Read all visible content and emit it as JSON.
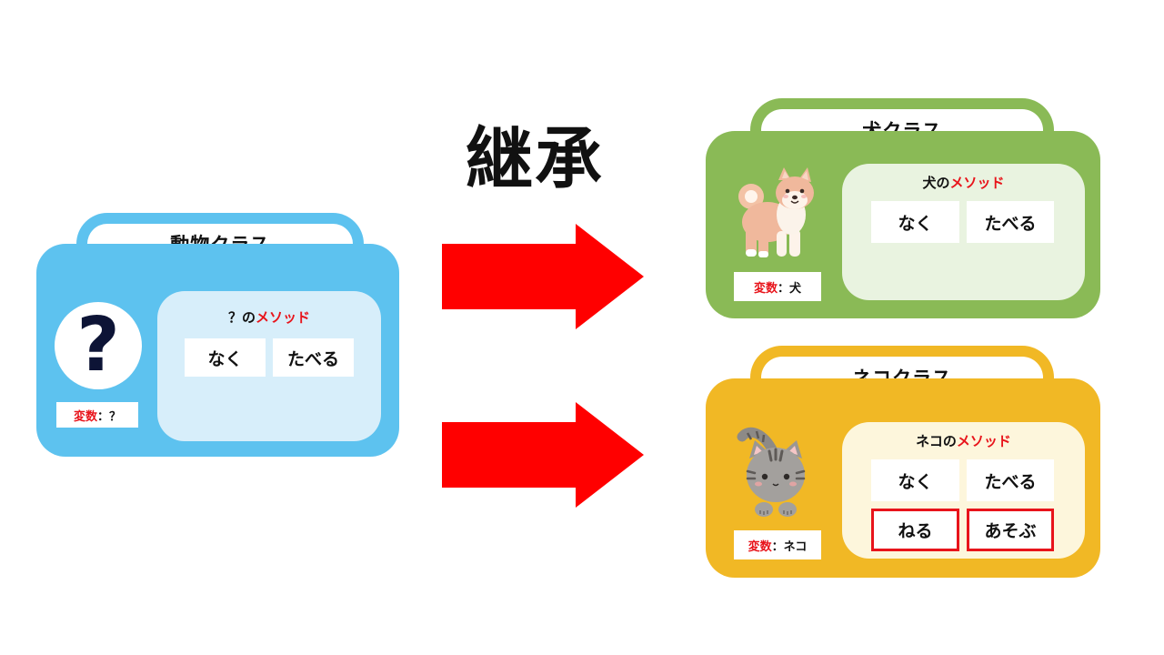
{
  "heading": "継承",
  "animal": {
    "class_title": "動物クラス",
    "method_prefix": "？の",
    "method_word": "メソッド",
    "methods": [
      "なく",
      "たべる"
    ],
    "var_label": "変数",
    "var_value": "：？",
    "icon_glyph": "?"
  },
  "dog": {
    "class_title": "犬クラス",
    "method_prefix": "犬の",
    "method_word": "メソッド",
    "methods": [
      "なく",
      "たべる"
    ],
    "var_label": "変数",
    "var_value": "：犬"
  },
  "cat": {
    "class_title": "ネコクラス",
    "method_prefix": "ネコの",
    "method_word": "メソッド",
    "methods": [
      "なく",
      "たべる"
    ],
    "new_methods": [
      "ねる",
      "あそぶ"
    ],
    "var_label": "変数",
    "var_value": "：ネコ"
  },
  "colors": {
    "animal": "#5dc2ef",
    "animal_panel": "#d7eefa",
    "dog": "#8aba56",
    "dog_panel": "#e9f3e0",
    "cat": "#f1b825",
    "cat_panel": "#fdf6dc",
    "arrow": "#ff0000",
    "accent_red": "#e8141b"
  }
}
